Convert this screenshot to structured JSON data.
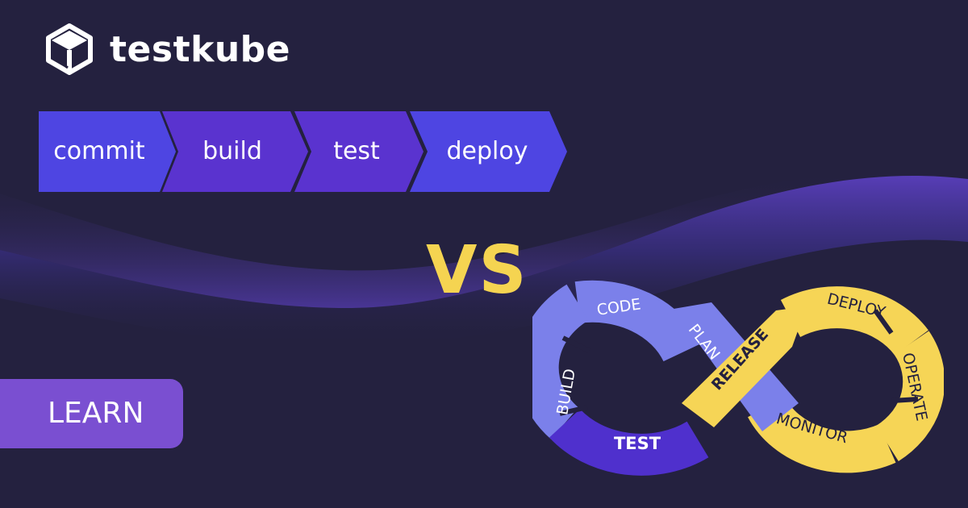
{
  "brand": {
    "name": "testkube"
  },
  "pipeline": {
    "steps": [
      {
        "label": "commit",
        "color": "#4e45e2"
      },
      {
        "label": "build",
        "color": "#5a33cf"
      },
      {
        "label": "test",
        "color": "#5a33cf"
      },
      {
        "label": "deploy",
        "color": "#4e45e2"
      }
    ]
  },
  "vs_label": "VS",
  "cta": {
    "label": "LEARN",
    "color": "#7a4fd1"
  },
  "devops_loop": {
    "stages": [
      "PLAN",
      "CODE",
      "BUILD",
      "TEST",
      "RELEASE",
      "DEPLOY",
      "OPERATE",
      "MONITOR"
    ],
    "colors": {
      "light": "#7b80ea",
      "dark": "#4f30cd",
      "yellow": "#f6d556"
    }
  },
  "colors": {
    "background": "#24213f",
    "accent_glow": "#5b3fb8",
    "vs": "#f5d451"
  }
}
